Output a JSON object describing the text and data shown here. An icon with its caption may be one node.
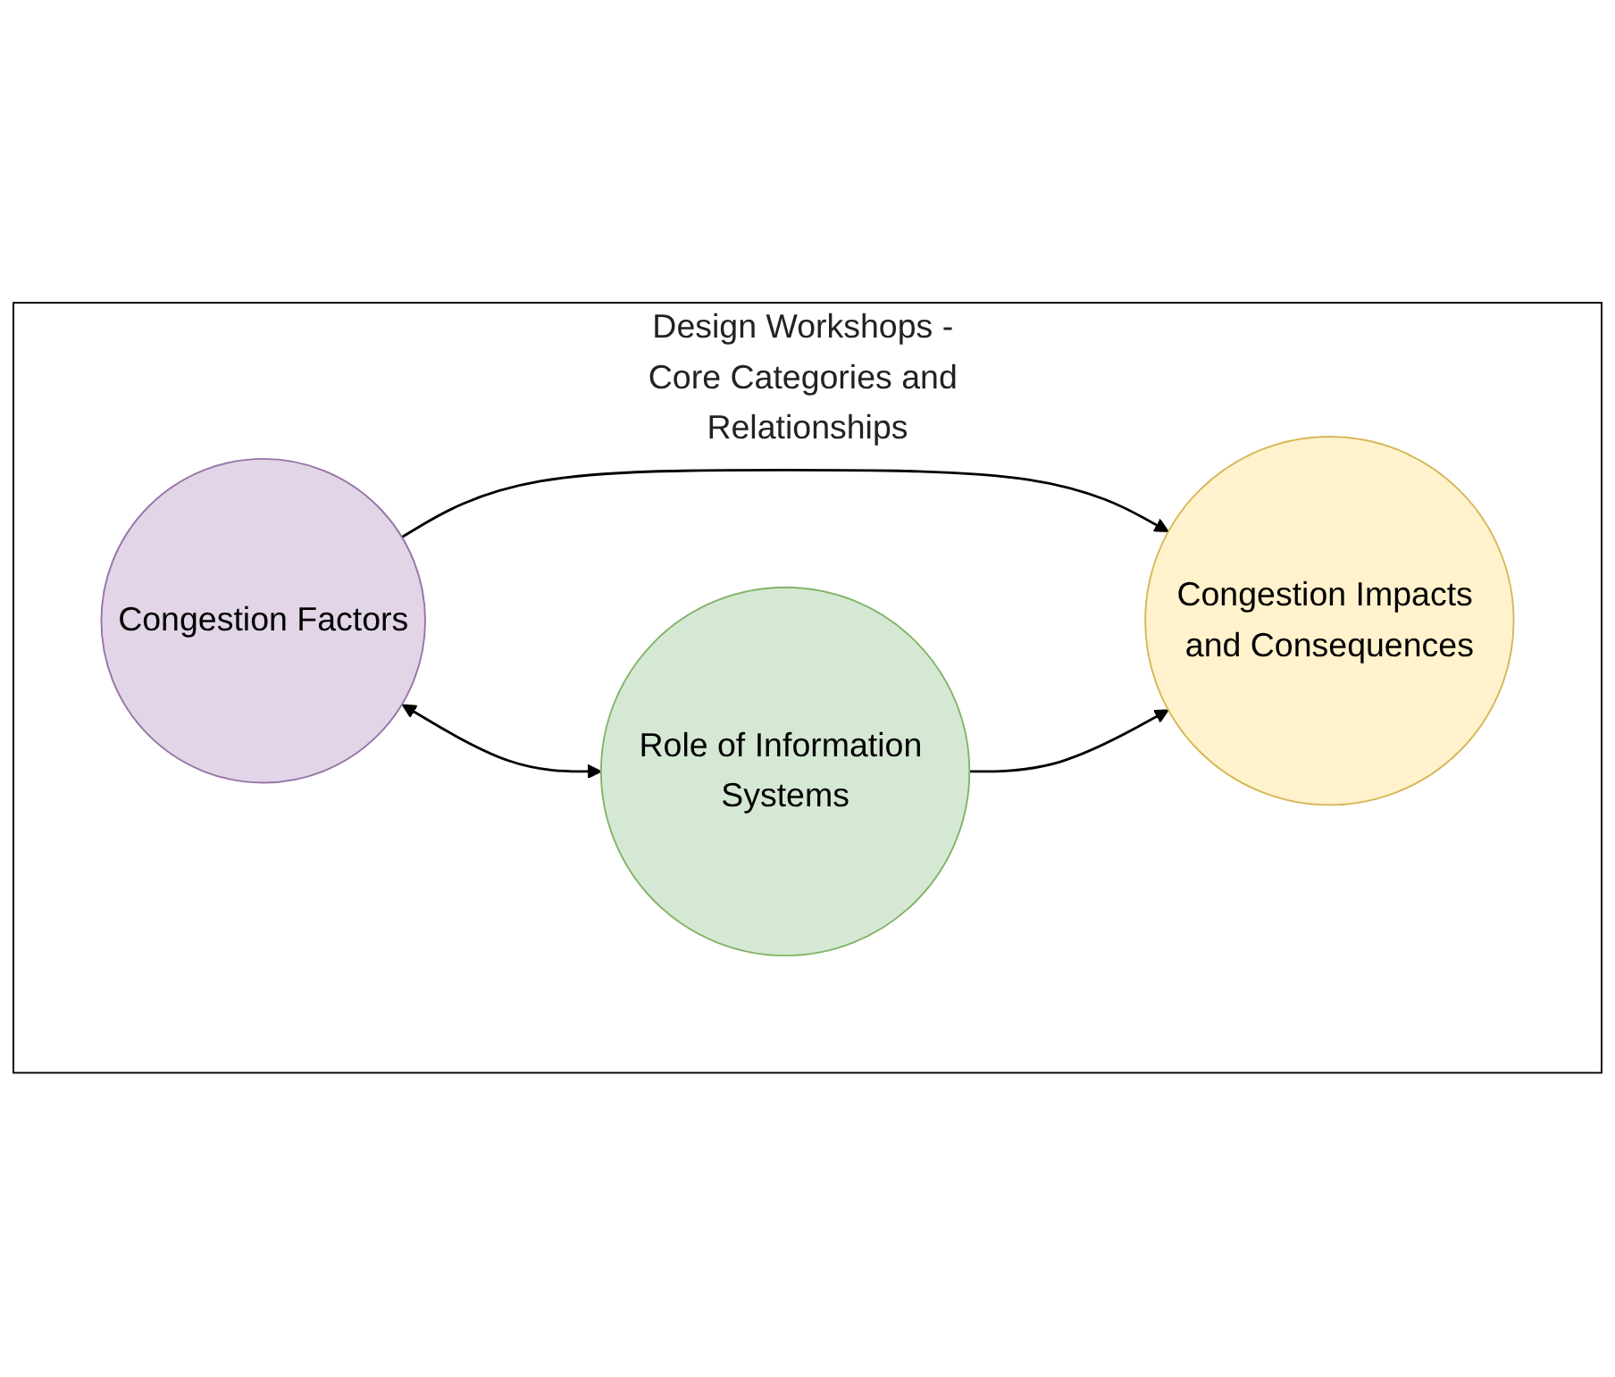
{
  "diagram": {
    "nodes": [
      {
        "text": [
          "Design Workshops - Core Categories and Relationships"
        ]
      },
      {
        "text": [
          "Congestion Factors"
        ],
        "in": 0
      },
      {
        "text": [
          "Role of Information Systems"
        ],
        "in": 0
      },
      {
        "text": [
          "Congestion Impacts and Consequences"
        ],
        "in": 0
      }
    ],
    "edges": [
      {
        "from": 1,
        "to": 2,
        "arrow": "both"
      },
      {
        "from": 1,
        "to": 3,
        "arrow": "to"
      },
      {
        "from": 2,
        "to": 3,
        "arrow": "to"
      }
    ]
  }
}
